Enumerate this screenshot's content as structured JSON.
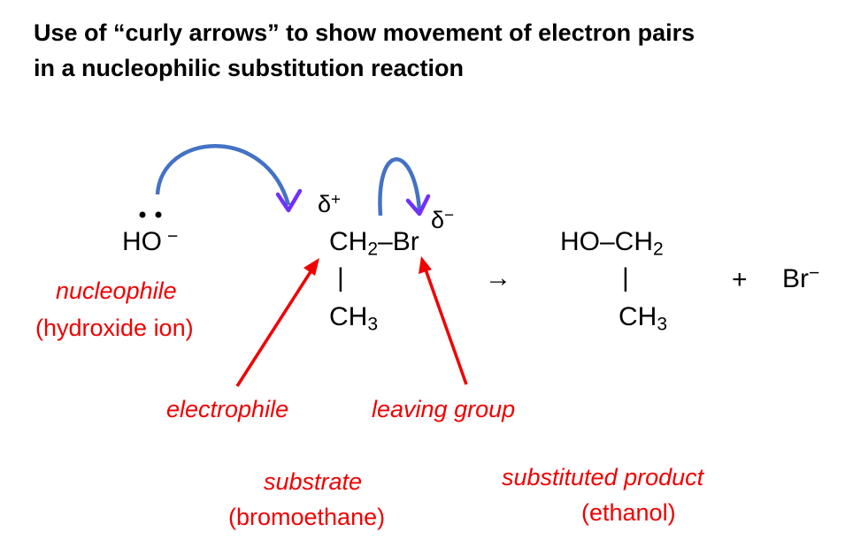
{
  "title": {
    "line1": "Use of “curly arrows” to show movement of electron pairs",
    "line2": "in a nucleophilic substitution reaction"
  },
  "reactants": {
    "hydroxide": {
      "main": "HO",
      "charge": "−"
    },
    "substrate": {
      "c1": "CH",
      "sub2": "2",
      "bond_br": "–Br",
      "delta_plus": "δ",
      "plus": "+",
      "delta_minus": "δ",
      "minus": "−",
      "bond": "|",
      "c2": "CH",
      "sub3": "3"
    }
  },
  "reaction_arrow": "→",
  "products": {
    "ethanol": {
      "line1": "HO–CH",
      "sub2": "2",
      "bond": "|",
      "c2": "CH",
      "sub3": "3"
    },
    "plus": "+",
    "bromide": {
      "main": "Br",
      "charge": "−"
    }
  },
  "labels": {
    "nucleophile": "nucleophile",
    "hydroxide_ion": "(hydroxide ion)",
    "electrophile": "electrophile",
    "leaving_group": "leaving group",
    "substrate": "substrate",
    "bromoethane": "(bromoethane)",
    "substituted_product": "substituted product",
    "ethanol": "(ethanol)"
  },
  "colors": {
    "curly_arrow": "#4472c4",
    "arrow_head": "#7030ff",
    "label": "#f00000"
  }
}
